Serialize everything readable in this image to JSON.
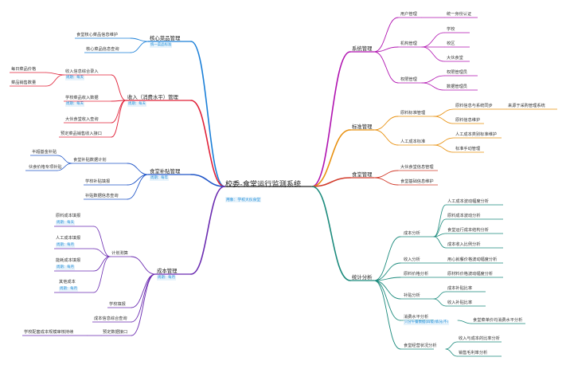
{
  "center": {
    "title": "校委-食堂运行监测系统",
    "subtitle": "用象：学校大伙食堂"
  },
  "colors": {
    "system": "#b012b0",
    "standard": "#e8900e",
    "canteen": "#d23b2b",
    "stats": "#1a8a7c",
    "core": "#1a7fd8",
    "income": "#e02038",
    "subsidy": "#2056c8",
    "cost": "#6a2ab0"
  },
  "right": {
    "system": {
      "label": "系统管理",
      "children": [
        {
          "label": "用户管理",
          "children": [
            {
              "label": "统一身份认证"
            }
          ]
        },
        {
          "label": "机构管理",
          "children": [
            {
              "label": "学校"
            },
            {
              "label": "校区"
            },
            {
              "label": "大伙食堂"
            }
          ]
        },
        {
          "label": "权限管理",
          "children": [
            {
              "label": "权限管理员"
            },
            {
              "label": "数据管理员"
            }
          ]
        }
      ]
    },
    "standard": {
      "label": "标准管理",
      "children": [
        {
          "label": "原料标准管理",
          "children": [
            {
              "label": "原料信息与系统同步",
              "children": [
                {
                  "label": "来源于采购管理系统"
                }
              ]
            },
            {
              "label": "原料信息维护"
            }
          ]
        },
        {
          "label": "人工成本标准",
          "children": [
            {
              "label": "人工成本类别标准维护"
            },
            {
              "label": "标准手动管理"
            }
          ]
        }
      ]
    },
    "canteen": {
      "label": "食堂管理",
      "children": [
        {
          "label": "大伙食堂信息管理"
        },
        {
          "label": "食堂基础信息维护"
        }
      ]
    },
    "stats": {
      "label": "统计分析",
      "children": [
        {
          "label": "成本分析",
          "children": [
            {
              "label": "人工成本波动幅度分析"
            },
            {
              "label": "原料成本波动分析"
            },
            {
              "label": "食堂运行成本结构分析"
            },
            {
              "label": "成本收入比例分析"
            }
          ]
        },
        {
          "label": "收入分析",
          "children": [
            {
              "label": "用心就餐价格波动幅度分析"
            }
          ]
        },
        {
          "label": "原料价格分析",
          "children": [
            {
              "label": "原材料价格波动幅度分析"
            }
          ]
        },
        {
          "label": "补贴分析",
          "children": [
            {
              "label": "成本补贴比率"
            },
            {
              "label": "收入补贴比率"
            }
          ]
        },
        {
          "label": "消费水平分析",
          "tag": "只分午餐数据(四级)情况(不)",
          "children": [
            {
              "label": "食堂菜单价均消费水平分析"
            }
          ]
        },
        {
          "label": "食堂经营状况分析",
          "children": [
            {
              "label": "收入与成本的比率分析"
            },
            {
              "label": "销售毛利率分析"
            }
          ]
        }
      ]
    }
  },
  "left": {
    "core": {
      "label": "核心菜品管理",
      "tag": "统一菜品标准",
      "children": [
        {
          "label": "食堂核心菜品信息维护"
        },
        {
          "label": "核心菜品信息查询"
        }
      ]
    },
    "income": {
      "label": "收入（消费水平）管理",
      "tag": "周期：每天",
      "children": [
        {
          "label": "收入信息综合录入",
          "tag": "周期：每天",
          "children": [
            {
              "label": "每日菜品价格"
            },
            {
              "label": "菜品销售数量"
            }
          ]
        },
        {
          "label": "学校菜品收入数据",
          "tag": "周期：每天"
        },
        {
          "label": "大伙食堂收入查询"
        },
        {
          "label": "预定菜品销售收入接口"
        }
      ]
    },
    "subsidy": {
      "label": "食堂补贴管理",
      "tag": "周期：每年",
      "children": [
        {
          "label": "食堂补贴数据计划",
          "children": [
            {
              "label": "半超基金补贴"
            },
            {
              "label": "伙食价格专项补贴"
            }
          ]
        },
        {
          "label": "学校补贴填报"
        },
        {
          "label": "补贴数据信息查询"
        }
      ]
    },
    "cost": {
      "label": "成本管理",
      "tag": "周期：每月",
      "children": [
        {
          "label": "计划测算",
          "children": [
            {
              "label": "原料成本填报",
              "tag": "周期：每天"
            },
            {
              "label": "人工成本填报",
              "tag": "周期：每月"
            },
            {
              "label": "能耗成本填报",
              "tag": "周期：每月"
            },
            {
              "label": "其他成本",
              "tag": "周期：每月"
            }
          ]
        },
        {
          "label": "学校填报"
        },
        {
          "label": "成本信息综合查询"
        },
        {
          "label": "预定数据接口",
          "children": [
            {
              "label": "学校配套成本规模审核持续"
            }
          ]
        }
      ]
    }
  }
}
